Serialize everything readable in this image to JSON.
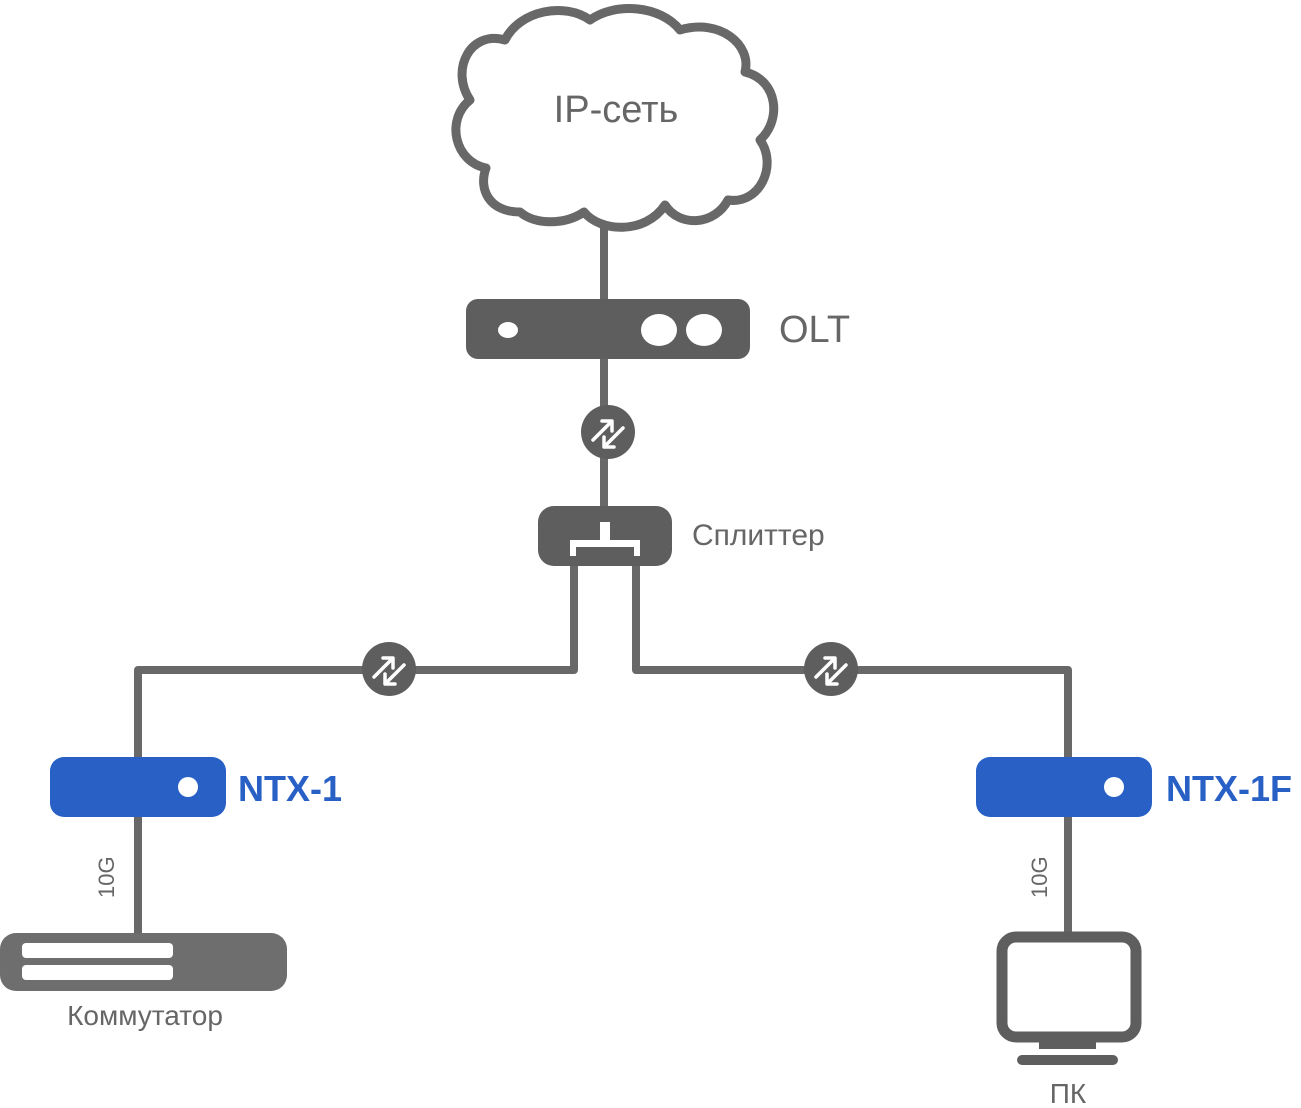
{
  "diagram": {
    "title": "GPON network topology",
    "colors": {
      "line": "#686868",
      "device_gray": "#5e5e5e",
      "device_blue": "#2860c6",
      "label_gray": "#666666"
    },
    "nodes": {
      "cloud": {
        "label": "IP-сеть",
        "icon": "cloud-icon"
      },
      "olt": {
        "label": "OLT",
        "icon": "olt-icon"
      },
      "splitter": {
        "label": "Сплиттер",
        "icon": "splitter-icon"
      },
      "ntx1": {
        "label": "NTX-1",
        "icon": "ont-icon"
      },
      "ntx1f": {
        "label": "NTX-1F",
        "icon": "ont-icon"
      },
      "switch": {
        "label": "Коммутатор",
        "icon": "switch-icon"
      },
      "pc": {
        "label": "ПК",
        "icon": "monitor-icon"
      }
    },
    "links": [
      {
        "from": "cloud",
        "to": "olt",
        "label": ""
      },
      {
        "from": "olt",
        "to": "splitter",
        "label": "",
        "connector": "optical-connector-icon"
      },
      {
        "from": "splitter",
        "to": "ntx1",
        "label": "",
        "connector": "optical-connector-icon"
      },
      {
        "from": "splitter",
        "to": "ntx1f",
        "label": "",
        "connector": "optical-connector-icon"
      },
      {
        "from": "ntx1",
        "to": "switch",
        "label": "10G"
      },
      {
        "from": "ntx1f",
        "to": "pc",
        "label": "10G"
      }
    ]
  }
}
